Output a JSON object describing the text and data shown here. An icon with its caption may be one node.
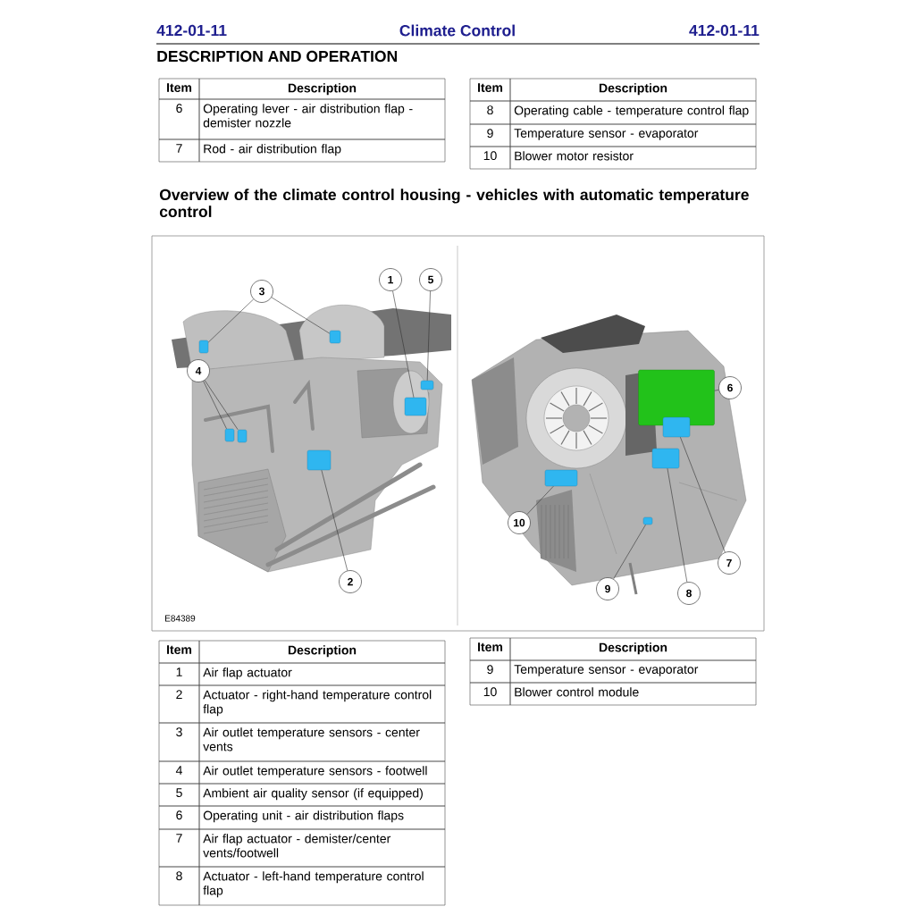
{
  "diagram": {
    "title": "Overview of the climate control housing - vehicles with automatic temperature control",
    "nodes": [
      {
        "text": [
          "3"
        ]
      },
      {
        "text": [
          "1"
        ]
      },
      {
        "text": [
          "5"
        ]
      },
      {
        "text": [
          "4"
        ]
      },
      {
        "text": [
          "6"
        ]
      },
      {
        "text": [
          "10"
        ]
      },
      {
        "text": [
          "7"
        ]
      },
      {
        "text": [
          "2"
        ]
      },
      {
        "text": [
          "9"
        ]
      },
      {
        "text": [
          "8"
        ]
      },
      {
        "text": [],
        "shape": "box"
      },
      {
        "text": [],
        "shape": "box"
      },
      {
        "text": [],
        "shape": "box"
      },
      {
        "text": [],
        "shape": "box"
      },
      {
        "text": [],
        "shape": "box"
      },
      {
        "text": [],
        "shape": "box"
      },
      {
        "text": [],
        "shape": "box"
      },
      {
        "text": [],
        "shape": "box"
      },
      {
        "text": [],
        "shape": "box"
      },
      {
        "text": [],
        "shape": "box"
      },
      {
        "text": [],
        "shape": "box"
      },
      {
        "text": [],
        "shape": "box"
      }
    ],
    "edges": [
      {
        "from": 0,
        "to": 10,
        "arrow": "none"
      },
      {
        "from": 0,
        "to": 11,
        "arrow": "none"
      },
      {
        "from": 1,
        "to": 13,
        "arrow": "none"
      },
      {
        "from": 2,
        "to": 12,
        "arrow": "none"
      },
      {
        "from": 3,
        "to": 14,
        "arrow": "none"
      },
      {
        "from": 3,
        "to": 15,
        "arrow": "none"
      },
      {
        "from": 7,
        "to": 16,
        "arrow": "none"
      },
      {
        "from": 4,
        "to": 17,
        "arrow": "none"
      },
      {
        "from": 6,
        "to": 18,
        "arrow": "none"
      },
      {
        "from": 9,
        "to": 19,
        "arrow": "none"
      },
      {
        "from": 5,
        "to": 20,
        "arrow": "none"
      },
      {
        "from": 8,
        "to": 21,
        "arrow": "none"
      }
    ],
    "labels": [
      "412-01-11",
      "Climate Control",
      "412-01-11",
      "DESCRIPTION AND OPERATION",
      "Item",
      "Description",
      "6",
      "Operating lever - air distribution flap - demister nozzle",
      "7",
      "Rod - air distribution flap",
      "Item",
      "Description",
      "8",
      "Operating cable - temperature control flap",
      "9",
      "Temperature sensor - evaporator",
      "10",
      "Blower motor resistor",
      "E84389",
      "Item",
      "Description",
      "1",
      "Air flap actuator",
      "2",
      "Actuator - right-hand temperature control flap",
      "3",
      "Air outlet temperature sensors - center vents",
      "4",
      "Air outlet temperature sensors - footwell",
      "5",
      "Ambient air quality sensor (if equipped)",
      "6",
      "Operating unit - air distribution flaps",
      "7",
      "Air flap actuator - demister/center vents/footwell",
      "8",
      "Actuator - left-hand temperature control flap",
      "Item",
      "Description",
      "9",
      "Temperature sensor - evaporator",
      "10",
      "Blower control module"
    ]
  }
}
